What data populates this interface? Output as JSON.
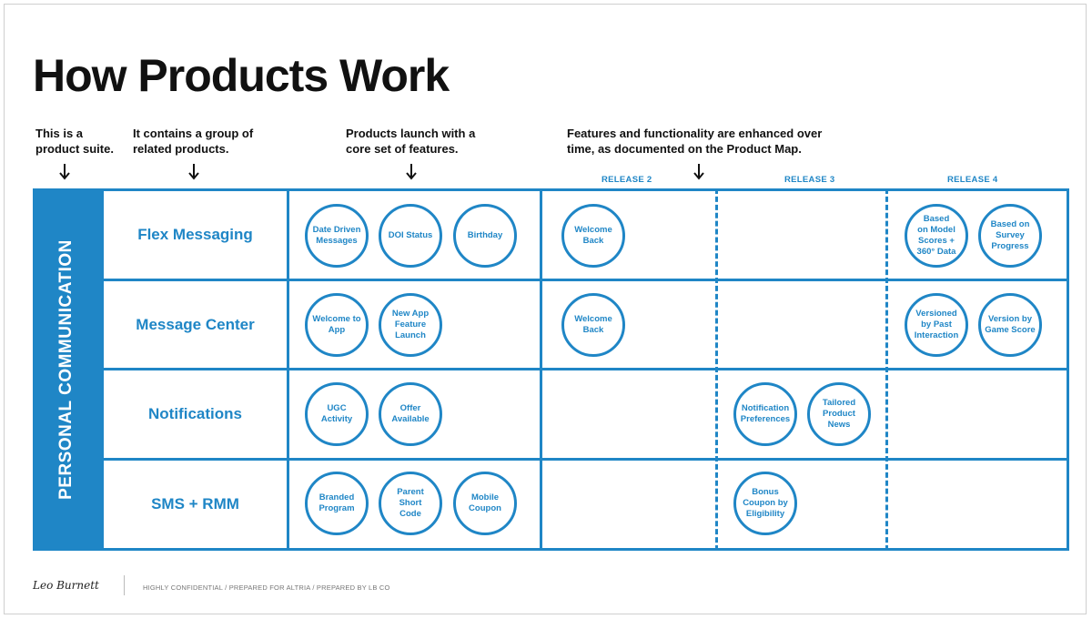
{
  "title": "How Products Work",
  "annotations": {
    "suite": [
      "This is a",
      "product suite."
    ],
    "group": [
      "It contains a group of",
      "related products."
    ],
    "launch": [
      "Products launch with a",
      "core set of features."
    ],
    "enhance": [
      "Features and functionality are enhanced over",
      "time, as documented on the Product Map."
    ]
  },
  "releases": [
    "RELEASE 2",
    "RELEASE 3",
    "RELEASE 4"
  ],
  "suite_name": "PERSONAL COMMUNICATION",
  "rows": [
    {
      "product": "Flex Messaging",
      "core": [
        [
          "Date Driven",
          "Messages"
        ],
        [
          "DOI Status"
        ],
        [
          "Birthday"
        ]
      ],
      "release2": [
        [
          "Welcome",
          "Back"
        ]
      ],
      "release3": [],
      "release4": [
        [
          "Based",
          "on Model",
          "Scores +",
          "360° Data"
        ],
        [
          "Based on",
          "Survey",
          "Progress"
        ]
      ]
    },
    {
      "product": "Message Center",
      "core": [
        [
          "Welcome to",
          "App"
        ],
        [
          "New App",
          "Feature",
          "Launch"
        ]
      ],
      "release2": [
        [
          "Welcome",
          "Back"
        ]
      ],
      "release3": [],
      "release4": [
        [
          "Versioned",
          "by Past",
          "Interaction"
        ],
        [
          "Version by",
          "Game Score"
        ]
      ]
    },
    {
      "product": "Notifications",
      "core": [
        [
          "UGC Activity"
        ],
        [
          "Offer",
          "Available"
        ]
      ],
      "release2": [],
      "release3": [
        [
          "Notification",
          "Preferences"
        ],
        [
          "Tailored",
          "Product",
          "News"
        ]
      ],
      "release4": []
    },
    {
      "product": "SMS + RMM",
      "core": [
        [
          "Branded",
          "Program"
        ],
        [
          "Parent Short",
          "Code"
        ],
        [
          "Mobile",
          "Coupon"
        ]
      ],
      "release2": [],
      "release3": [
        [
          "Bonus",
          "Coupon by",
          "Eligibility"
        ]
      ],
      "release4": []
    }
  ],
  "footer": {
    "signature": "Leo Burnett",
    "text": "HIGHLY CONFIDENTIAL / PREPARED FOR ALTRIA / PREPARED BY LB CO"
  },
  "colors": {
    "accent": "#1f86c6",
    "text": "#111111"
  },
  "icons": [
    "arrow-down-icon"
  ]
}
